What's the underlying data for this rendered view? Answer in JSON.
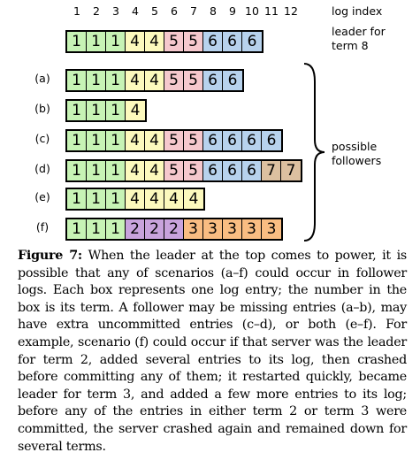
{
  "log_index": {
    "label": "log index",
    "numbers": [
      "1",
      "2",
      "3",
      "4",
      "5",
      "6",
      "7",
      "8",
      "9",
      "10",
      "11",
      "12"
    ]
  },
  "leader_label": {
    "line1": "leader for",
    "line2": "term 8"
  },
  "followers_label": {
    "line1": "possible",
    "line2": "followers"
  },
  "rows": [
    {
      "label": "",
      "terms": [
        1,
        1,
        1,
        4,
        4,
        5,
        5,
        6,
        6,
        6
      ]
    },
    {
      "label": "(a)",
      "terms": [
        1,
        1,
        1,
        4,
        4,
        5,
        5,
        6,
        6
      ]
    },
    {
      "label": "(b)",
      "terms": [
        1,
        1,
        1,
        4
      ]
    },
    {
      "label": "(c)",
      "terms": [
        1,
        1,
        1,
        4,
        4,
        5,
        5,
        6,
        6,
        6,
        6
      ]
    },
    {
      "label": "(d)",
      "terms": [
        1,
        1,
        1,
        4,
        4,
        5,
        5,
        6,
        6,
        6,
        7,
        7
      ]
    },
    {
      "label": "(e)",
      "terms": [
        1,
        1,
        1,
        4,
        4,
        4,
        4
      ]
    },
    {
      "label": "(f)",
      "terms": [
        1,
        1,
        1,
        2,
        2,
        2,
        3,
        3,
        3,
        3,
        3
      ]
    }
  ],
  "term_colors": {
    "1": "#c7f3b5",
    "2": "#c8a3dc",
    "3": "#f9bd82",
    "4": "#fcf9bd",
    "5": "#f5c8cd",
    "6": "#b7d2ed",
    "7": "#dcc0a0"
  },
  "caption": {
    "bold": "Figure 7:",
    "text": " When the leader at the top comes to power, it is possible that any of scenarios (a–f) could occur in follower logs. Each box represents one log entry; the number in the box is its term. A follower may be missing entries (a–b), may have extra uncommitted entries (c–d), or both (e–f). For example, scenario (f) could occur if that server was the leader for term 2, added several entries to its log, then crashed before committing any of them; it restarted quickly, became leader for term 3, and added a few more entries to its log; before any of the entries in either term 2 or term 3 were committed, the server crashed again and remained down for several terms."
  }
}
